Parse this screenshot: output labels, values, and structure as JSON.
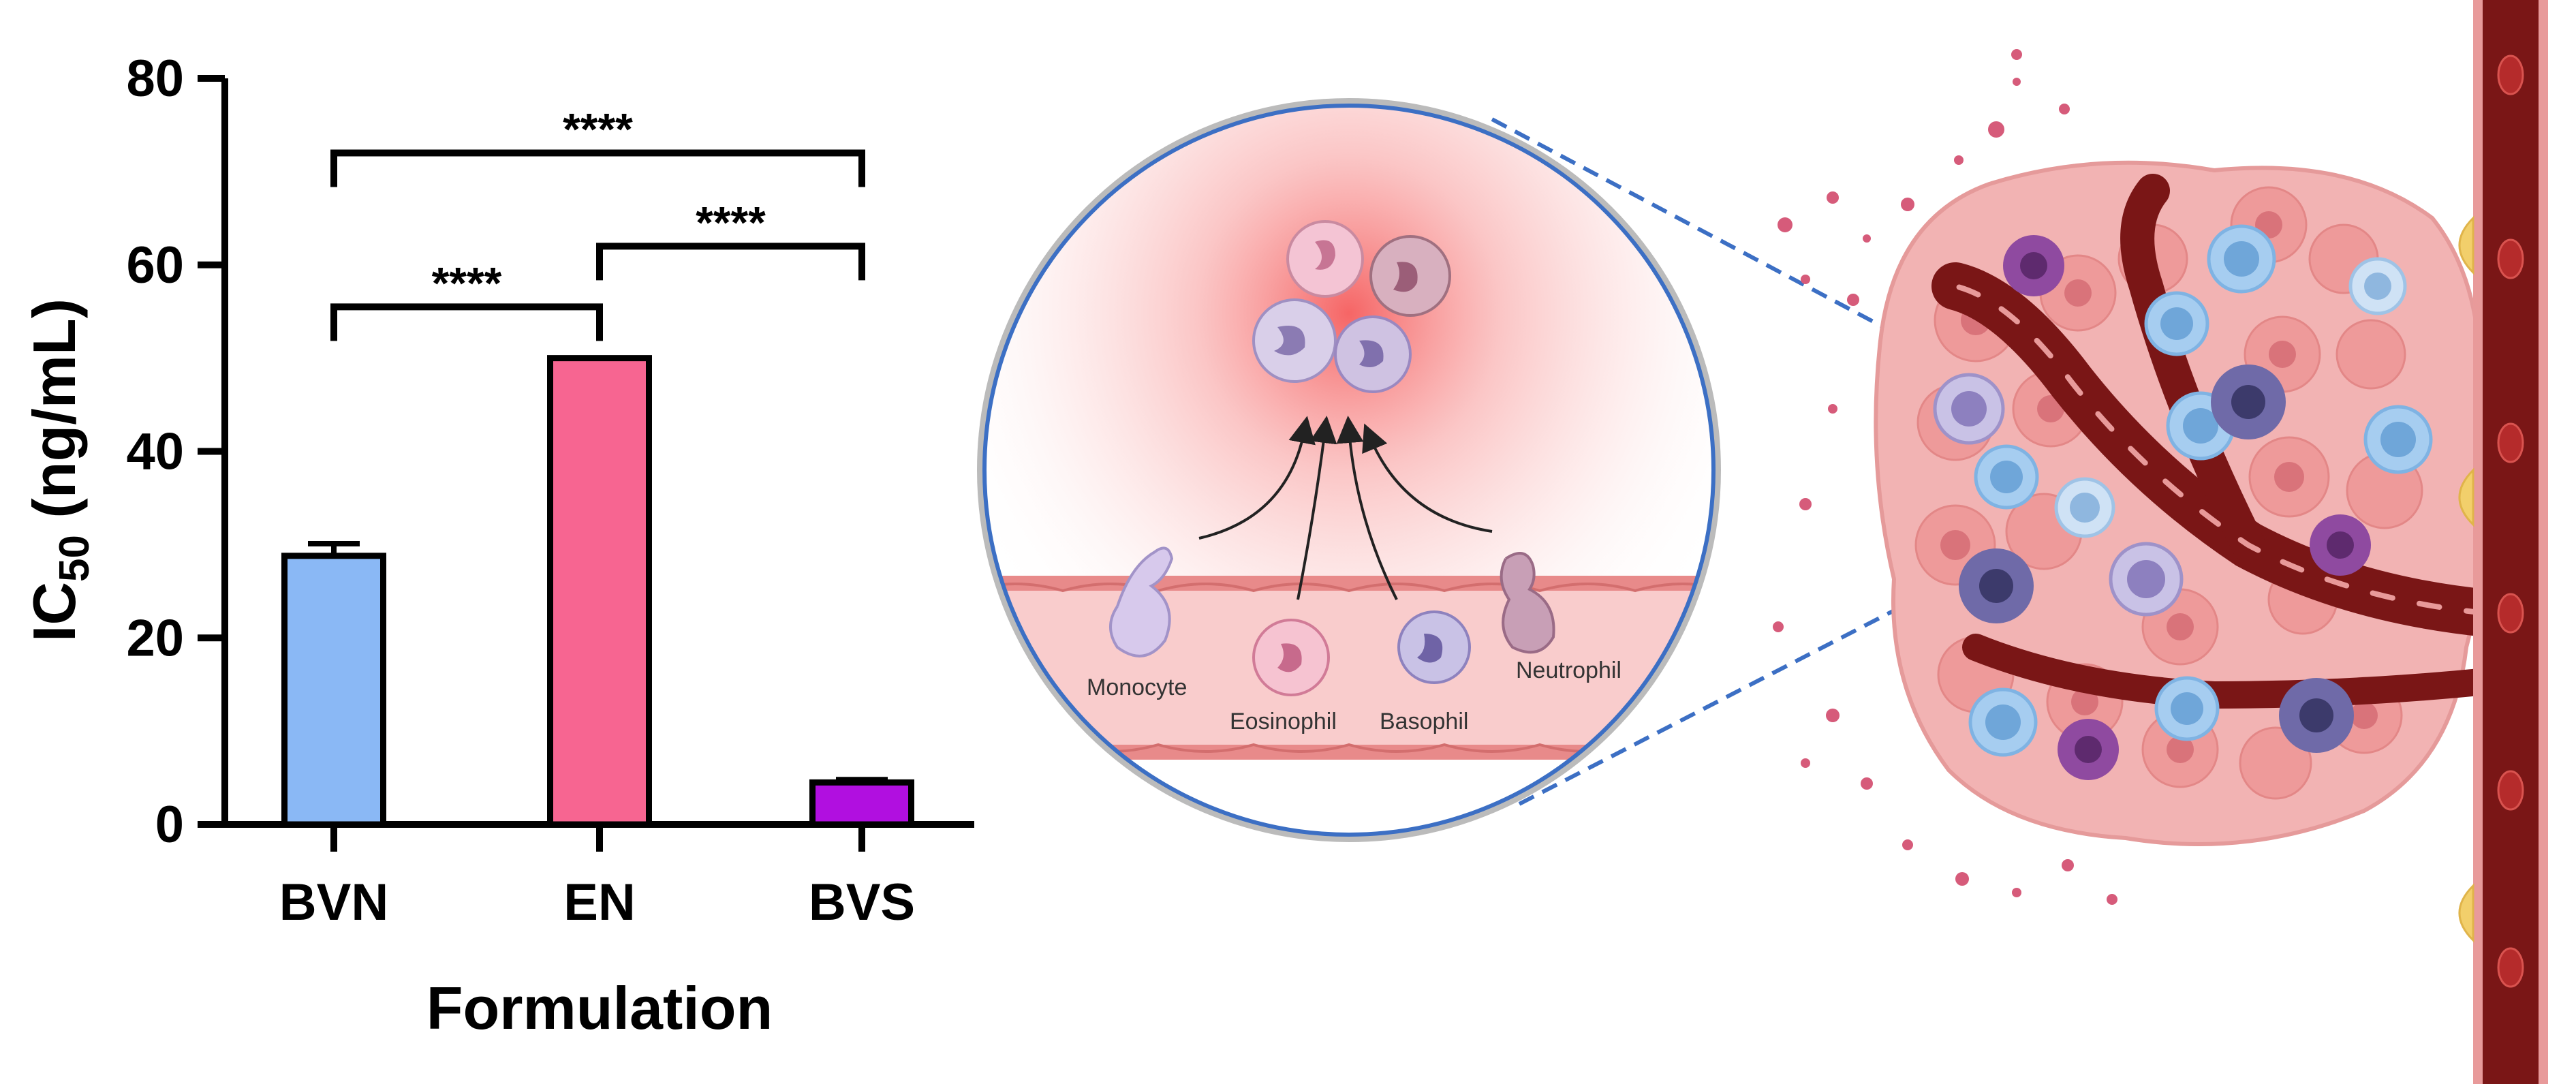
{
  "chart_data": {
    "type": "bar",
    "ylabel": {
      "main": "IC",
      "sub": "50",
      "unit": " (ng/mL)"
    },
    "xlabel": "Formulation",
    "ylim": [
      0,
      80
    ],
    "yticks": [
      "0",
      "20",
      "40",
      "60",
      "80"
    ],
    "categories": [
      "BVN",
      "EN",
      "BVS"
    ],
    "values": [
      28.8,
      50,
      4.5
    ],
    "errors": [
      1.3,
      0,
      0.3
    ],
    "colors": [
      "#8ab8f5",
      "#f76591",
      "#b10fe0"
    ],
    "significance": [
      {
        "from": 0,
        "to": 2,
        "label": "****"
      },
      {
        "from": 1,
        "to": 2,
        "label": "****"
      },
      {
        "from": 0,
        "to": 1,
        "label": "****"
      }
    ]
  },
  "illustration": {
    "cell_labels": [
      "Monocyte",
      "Eosinophil",
      "Basophil",
      "Neutrophil"
    ],
    "colors": {
      "vessel": "#7a1616",
      "vessel_light": "#e89a9a",
      "tissue": "#f0a7a7",
      "circle_border": "#3c6fc4"
    }
  }
}
